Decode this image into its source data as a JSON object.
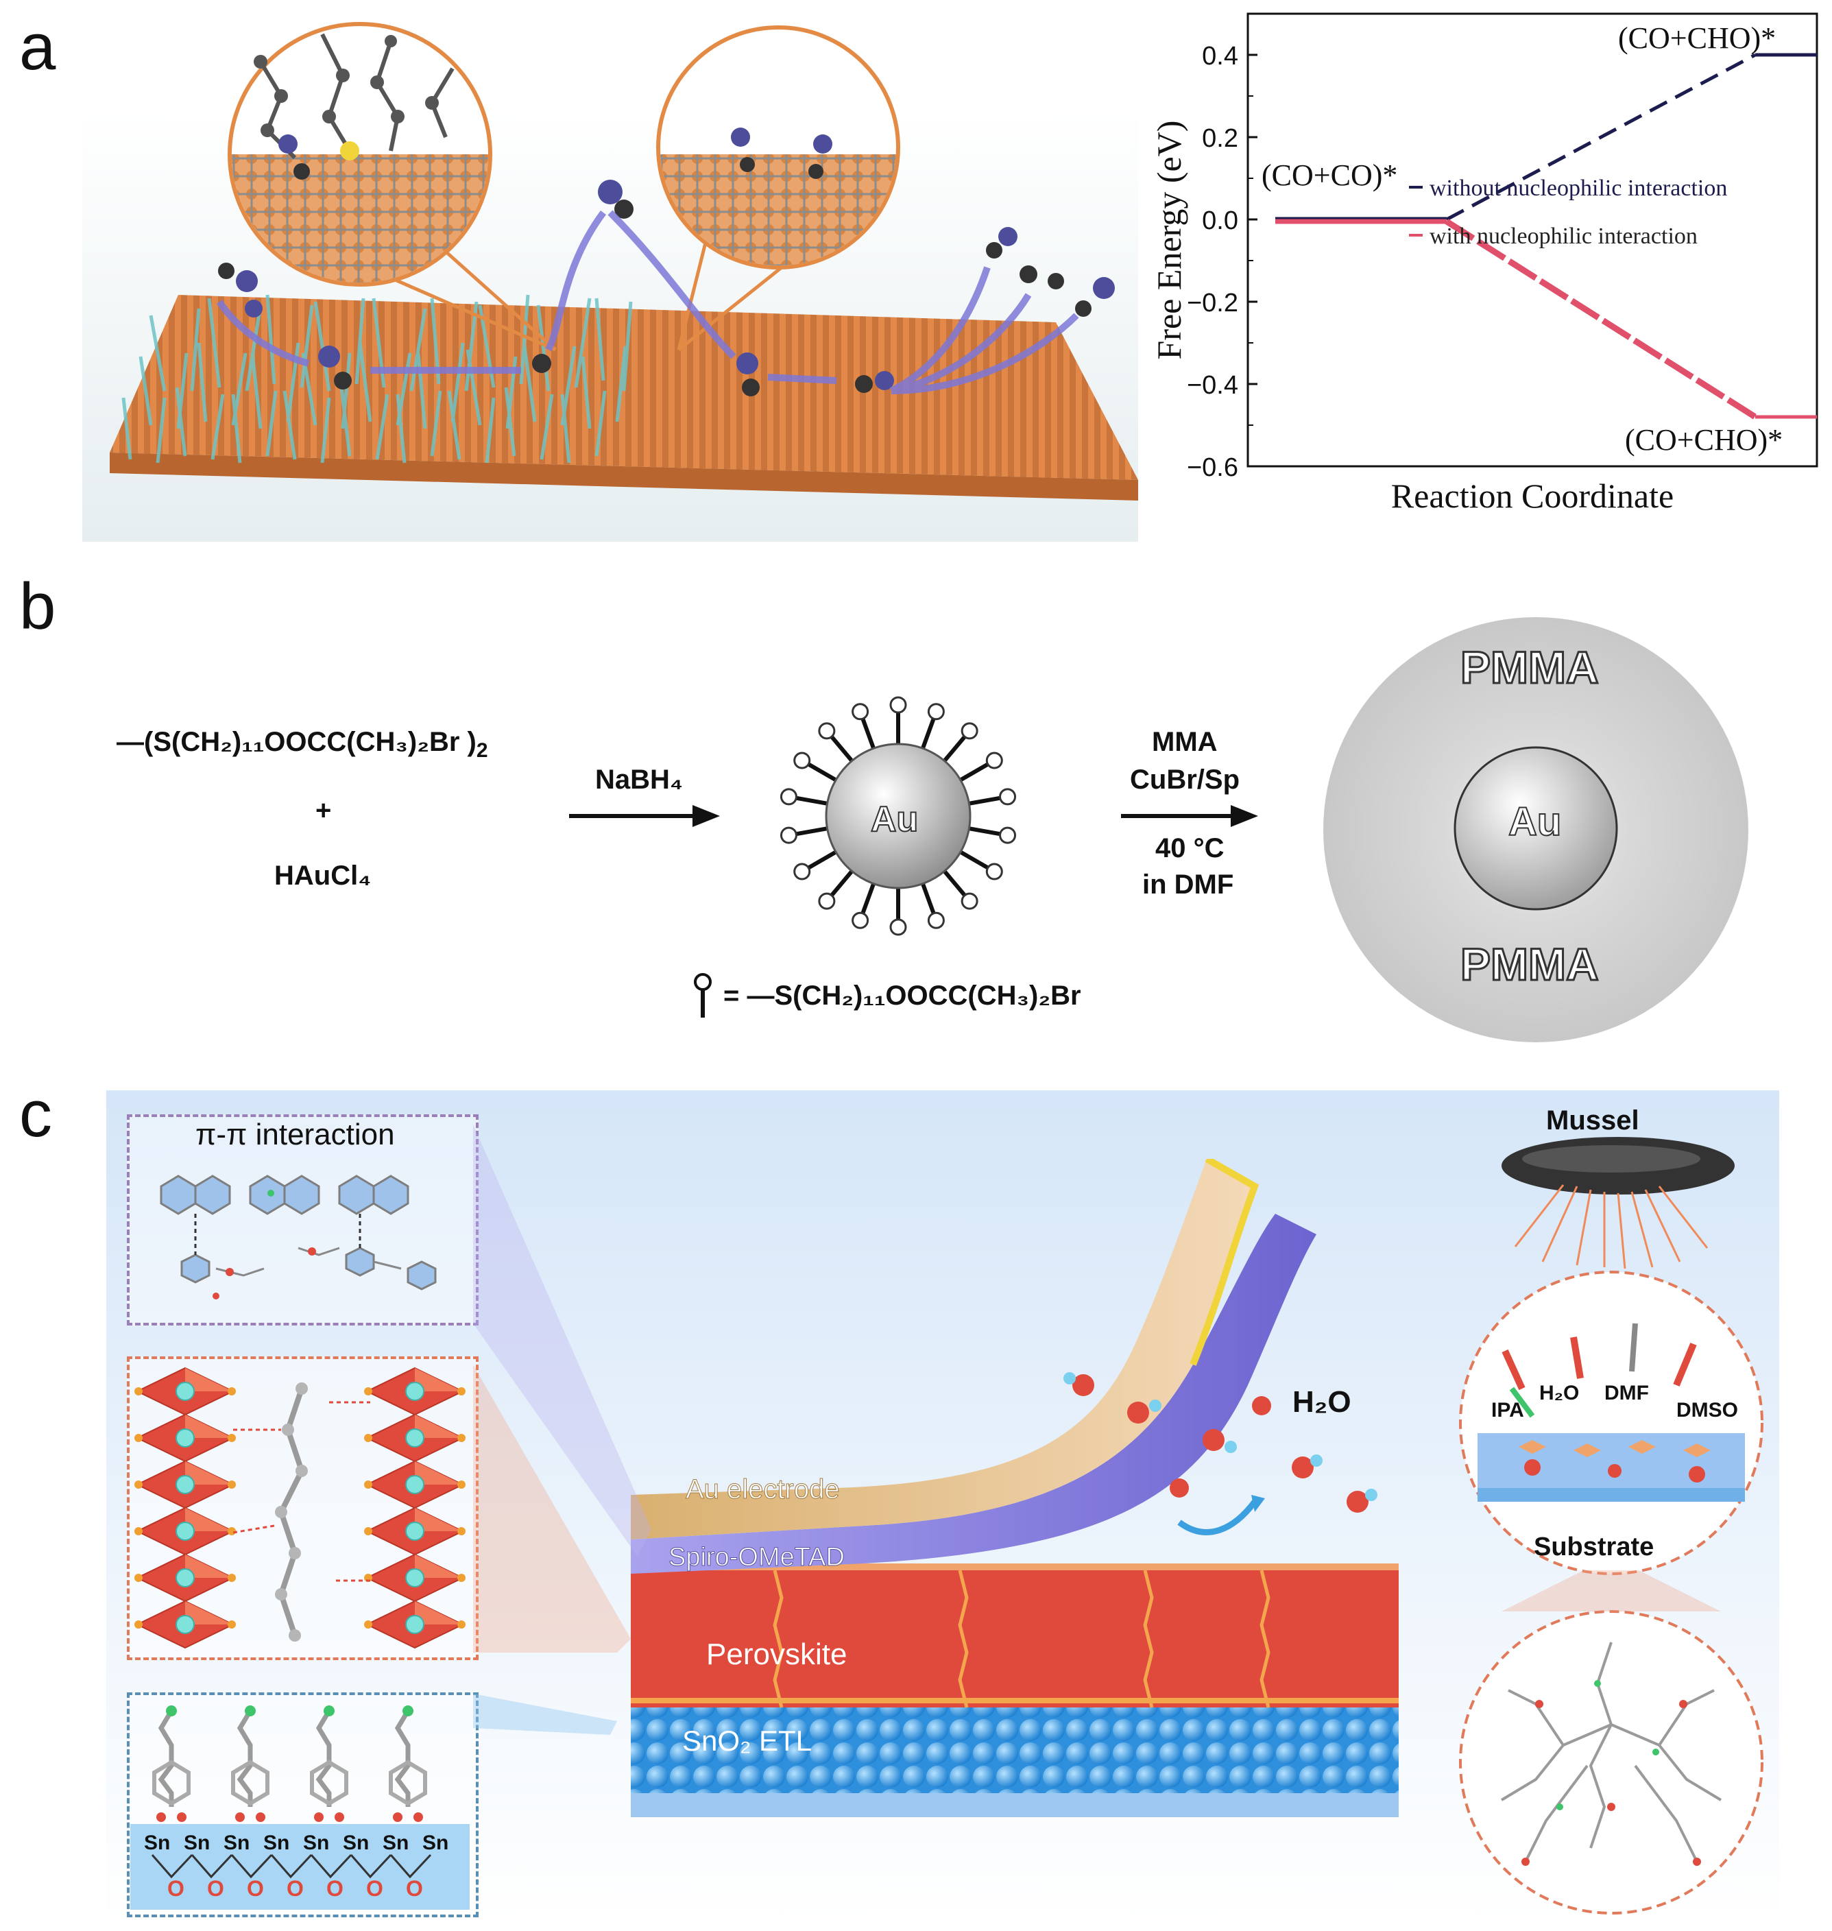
{
  "panels": {
    "a": "a",
    "b": "b",
    "c": "c"
  },
  "chart_data": {
    "type": "line",
    "xlabel": "Reaction Coordinate",
    "ylabel": "Free Energy (eV)",
    "ylim": [
      -0.6,
      0.5
    ],
    "yticks": [
      "0.4",
      "0.2",
      "0.0",
      "−0.2",
      "−0.4",
      "−0.6"
    ],
    "ytick_values": [
      0.4,
      0.2,
      0.0,
      -0.2,
      -0.4,
      -0.6
    ],
    "x": [
      0,
      1,
      2
    ],
    "series": [
      {
        "name": "without nucleophilic interaction",
        "color": "#1c1c4e",
        "values": [
          0.0,
          0.0,
          0.4
        ],
        "dash": true
      },
      {
        "name": "with nucleophilic interaction",
        "color": "#e0506a",
        "values": [
          -0.005,
          -0.005,
          -0.48
        ],
        "dash": true
      }
    ],
    "annotations": {
      "start": "(CO+CO)*",
      "end_top": "(CO+CHO)*",
      "end_bottom": "(CO+CHO)*"
    },
    "grid": false,
    "legend_placement": "top-right"
  },
  "scheme_b": {
    "reactant1": "S(CH₂)₁₁OOCC(CH₃)₂Br",
    "reactant1_sub": "2",
    "plus": "+",
    "reactant2": "HAuCl₄",
    "reagent1": "NaBH₄",
    "core_label": "Au",
    "conditions": [
      "MMA",
      "CuBr/Sp",
      "40 °C",
      "in DMF"
    ],
    "shell_top": "PMMA",
    "shell_bottom": "PMMA",
    "product_core": "Au",
    "ligand_key": "= —S(CH₂)₁₁OOCC(CH₃)₂Br"
  },
  "device_c": {
    "pi_title": "π-π interaction",
    "layers": [
      "Au electrode",
      "Spiro-OMeTAD",
      "Perovskite",
      "SnO₂ ETL"
    ],
    "water": "H₂O",
    "mussel": "Mussel",
    "substrate": "Substrate",
    "solvents": [
      "IPA",
      "H₂O",
      "DMF",
      "DMSO"
    ],
    "sn_label": "Sn",
    "o_label": "O"
  },
  "colors": {
    "orange": "#e38a45",
    "copper": "#d9904f",
    "teal": "#7cc7c9",
    "purple": "#7d78d8",
    "navy": "#1c1c4e",
    "pink": "#e0506a",
    "perovskite": "#e04a3c",
    "tin": "#3aa0ea",
    "bg_c": "#dbe9f8"
  }
}
